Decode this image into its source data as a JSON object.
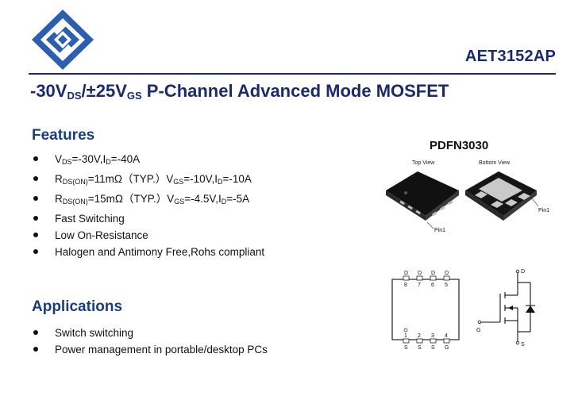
{
  "header": {
    "part_number": "AET3152AP",
    "title_parts": [
      "-30V",
      "DS",
      "/±25V",
      "GS",
      " P-Channel Advanced Mode MOSFET"
    ]
  },
  "features": {
    "heading": "Features",
    "items": [
      [
        "V",
        "DS",
        "=-30V,I",
        "D",
        "=-40A"
      ],
      [
        "R",
        "DS(ON)",
        "=11mΩ（TYP.）V",
        "GS",
        "=-10V,I",
        "D",
        "=-10A"
      ],
      [
        "R",
        "DS(ON)",
        "=15mΩ（TYP.）V",
        "GS",
        "=-4.5V,I",
        "D",
        "=-5A"
      ],
      [
        "Fast Switching"
      ],
      [
        "Low On-Resistance"
      ],
      [
        "Halogen and Antimony Free,Rohs compliant"
      ]
    ]
  },
  "applications": {
    "heading": "Applications",
    "items": [
      [
        "Switch switching"
      ],
      [
        "Power management in portable/desktop PCs"
      ]
    ]
  },
  "package": {
    "name": "PDFN3030",
    "top_view_label": "Top View",
    "bottom_view_label": "Bottom View",
    "pin1_label": "Pin1"
  },
  "footprint": {
    "top_pin_letters": [
      "D",
      "D",
      "D",
      "D"
    ],
    "top_pin_numbers": [
      "8",
      "7",
      "6",
      "5"
    ],
    "bottom_pin_numbers": [
      "1",
      "2",
      "3",
      "4"
    ],
    "bottom_pin_letters": [
      "S",
      "S",
      "S",
      "G"
    ]
  },
  "schematic": {
    "drain_label": "D",
    "gate_label": "G",
    "source_label": "S"
  },
  "colors": {
    "brand_navy": "#1a2a6c",
    "heading_blue": "#1a3d7c",
    "logo_blue": "#2d5fb0"
  }
}
